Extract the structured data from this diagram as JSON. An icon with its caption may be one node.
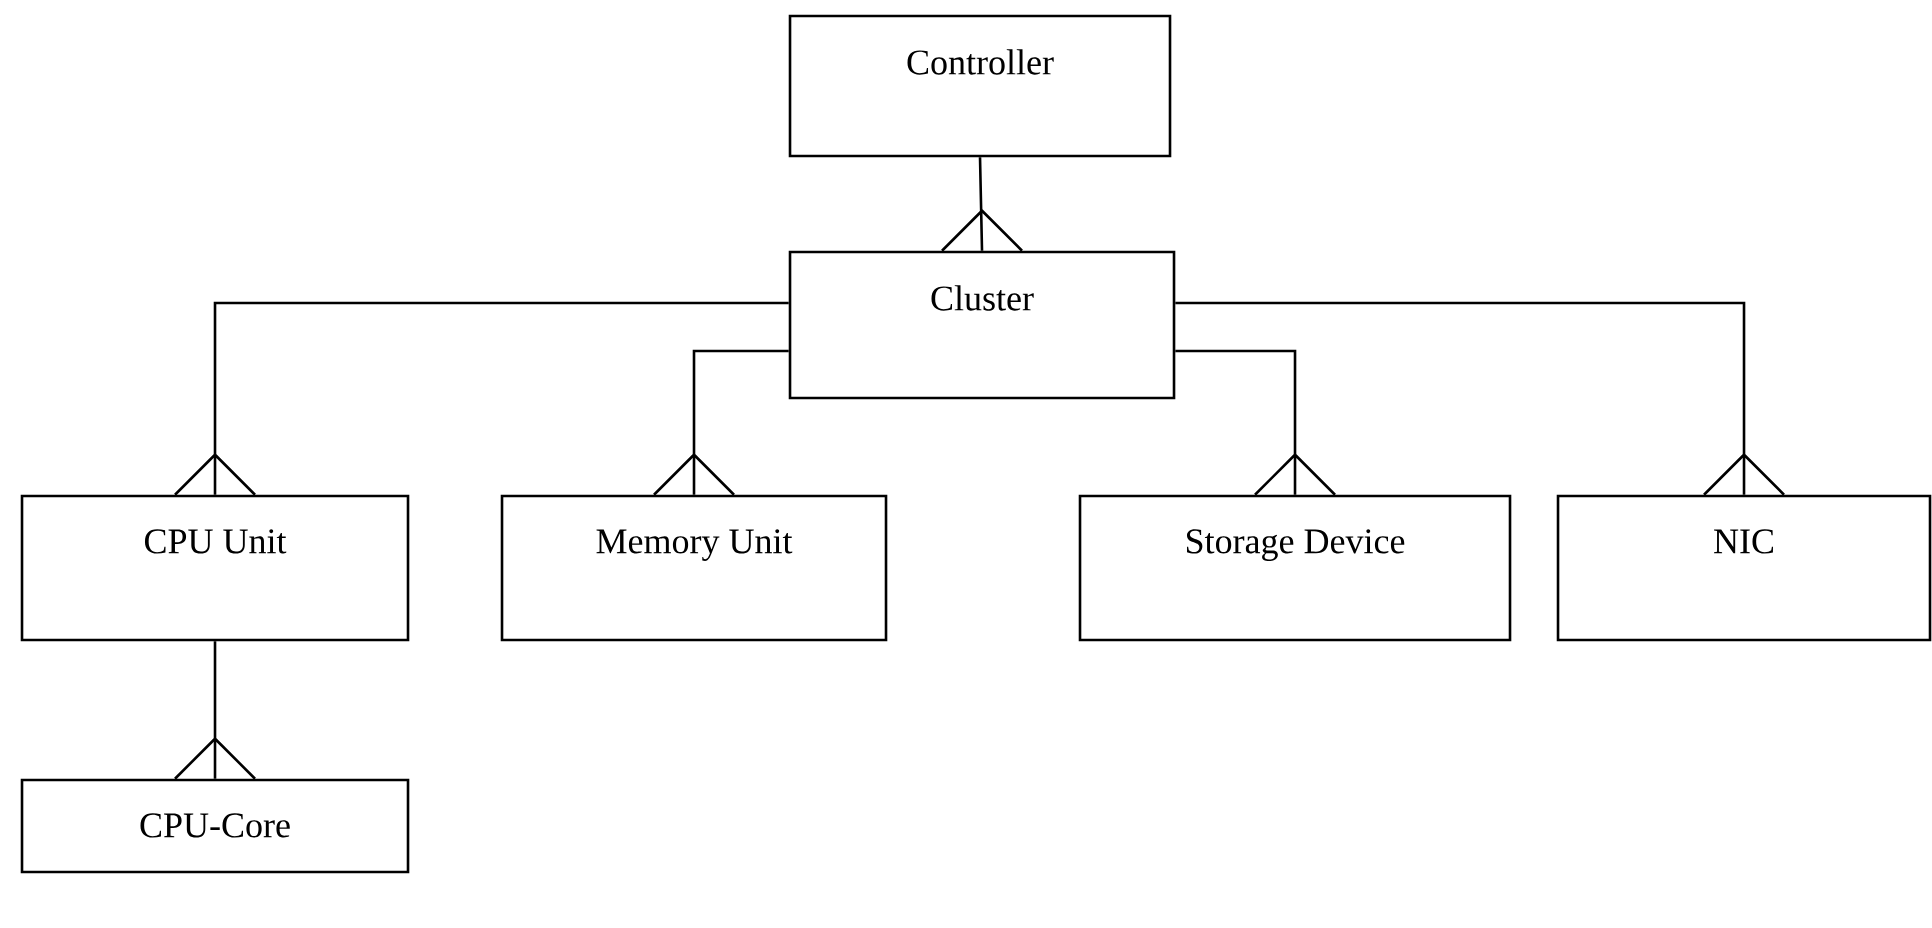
{
  "diagram": {
    "nodes": [
      {
        "text": [
          "Controller"
        ]
      },
      {
        "text": [
          "Cluster"
        ]
      },
      {
        "text": [
          "CPU Unit"
        ]
      },
      {
        "text": [
          "Memory Unit"
        ]
      },
      {
        "text": [
          "Storage Device"
        ]
      },
      {
        "text": [
          "NIC"
        ]
      },
      {
        "text": [
          "CPU-Core"
        ]
      }
    ],
    "edges": [
      {
        "from": 0,
        "to": 1,
        "arrow": "other"
      },
      {
        "from": 1,
        "to": 2,
        "arrow": "other"
      },
      {
        "from": 1,
        "to": 3,
        "arrow": "other"
      },
      {
        "from": 1,
        "to": 4,
        "arrow": "other"
      },
      {
        "from": 1,
        "to": 5,
        "arrow": "other"
      },
      {
        "from": 2,
        "to": 6,
        "arrow": "other"
      }
    ]
  }
}
